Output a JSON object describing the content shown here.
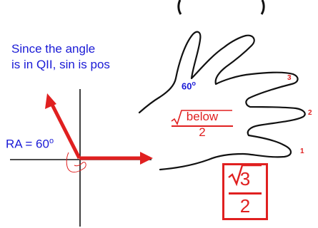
{
  "note": {
    "line1": "Since the angle",
    "line2": "is in QII, sin is pos"
  },
  "ra_label": {
    "prefix": "RA = 60",
    "degree": "o"
  },
  "hand_angle": {
    "value": "60",
    "degree": "o"
  },
  "finger_numbers": [
    "3",
    "2",
    "1"
  ],
  "fraction_hint": {
    "numerator": "below",
    "denominator": "2"
  },
  "answer": {
    "numerator": "3",
    "denominator": "2"
  },
  "colors": {
    "text_blue": "#1a1ad6",
    "red": "#e02020",
    "ink": "#111111"
  }
}
